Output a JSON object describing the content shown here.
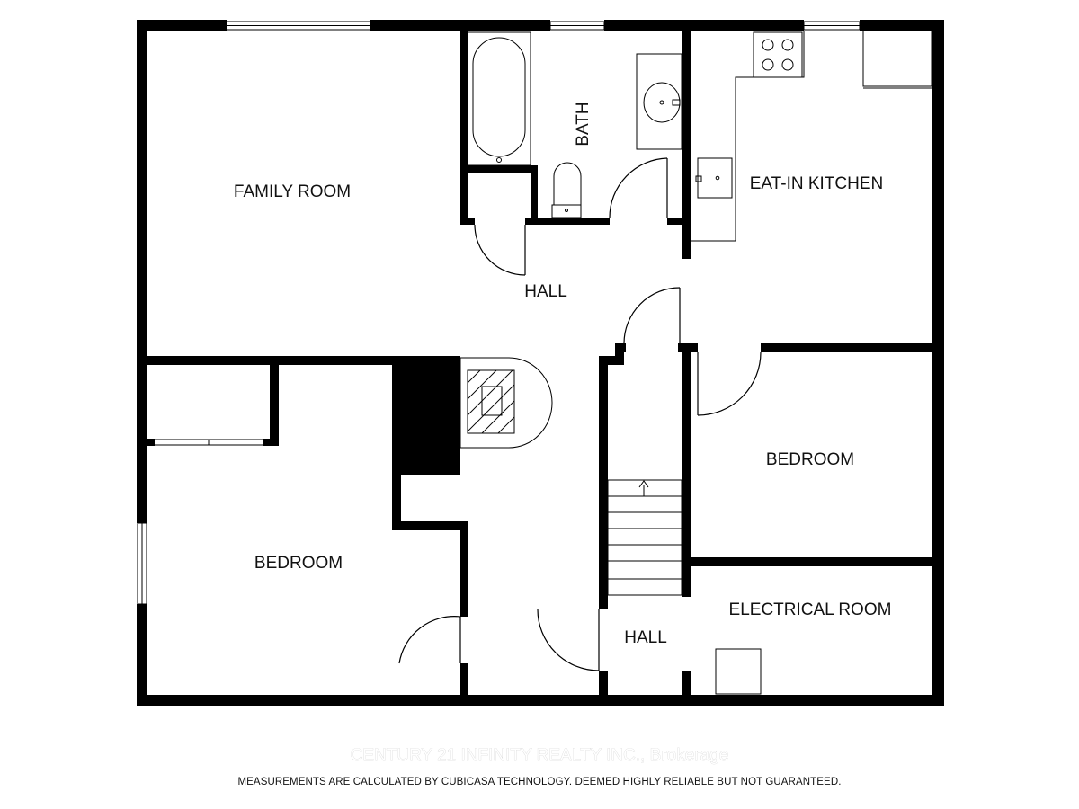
{
  "rooms": {
    "family_room": "FAMILY ROOM",
    "bath": "BATH",
    "kitchen": "EAT-IN KITCHEN",
    "hall_upper": "HALL",
    "bedroom_right": "BEDROOM",
    "bedroom_left": "BEDROOM",
    "electrical_room": "ELECTRICAL ROOM",
    "hall_lower": "HALL"
  },
  "watermark": "CENTURY 21 INFINITY REALTY INC., Brokerage",
  "disclaimer": "MEASUREMENTS ARE CALCULATED BY CUBICASA TECHNOLOGY. DEEMED HIGHLY RELIABLE BUT NOT GUARANTEED.",
  "colors": {
    "wall": "#000000",
    "background": "#ffffff",
    "fixture": "#333333"
  }
}
